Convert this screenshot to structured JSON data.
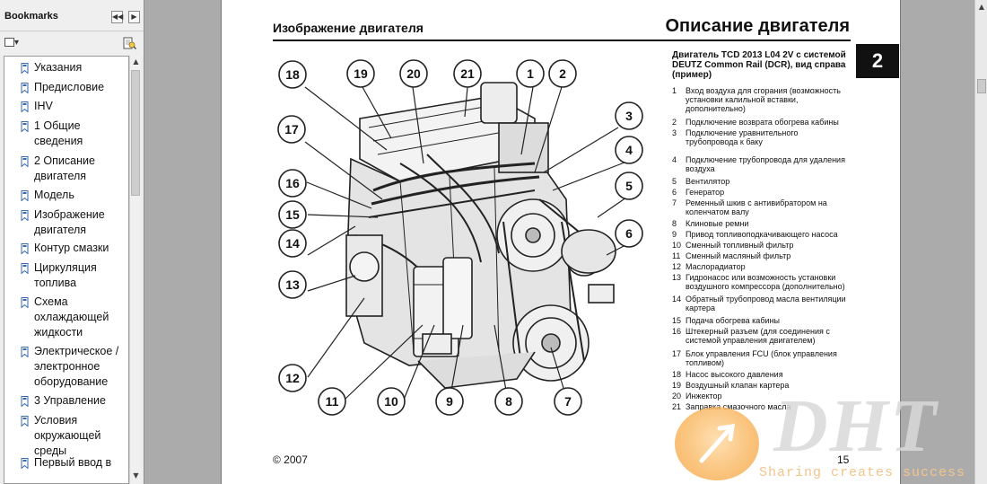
{
  "bookmarks": {
    "title": "Bookmarks",
    "items": [
      {
        "label": "Указания"
      },
      {
        "label": "Предисловие"
      },
      {
        "label": "IHV"
      },
      {
        "label": "1 Общие сведения"
      },
      {
        "label": "2 Описание двигателя"
      },
      {
        "label": "Модель"
      },
      {
        "label": "Изображение двигателя"
      },
      {
        "label": "Контур смазки"
      },
      {
        "label": "Циркуляция топлива"
      },
      {
        "label": "Схема охлаждающей жидкости"
      },
      {
        "label": "Электрическое / электронное оборудование"
      },
      {
        "label": "3 Управление"
      },
      {
        "label": "Условия окружающей среды"
      },
      {
        "label": "Первый ввод в"
      }
    ]
  },
  "page": {
    "header_left": "Изображение двигателя",
    "header_right": "Описание двигателя",
    "chapter": "2",
    "caption": "Двигатель TCD 2013 L04 2V с системой DEUTZ Common Rail (DCR), вид справа (пример)",
    "callouts": [
      "18",
      "19",
      "20",
      "21",
      "1",
      "2",
      "3",
      "4",
      "5",
      "6",
      "17",
      "16",
      "15",
      "14",
      "13",
      "12",
      "11",
      "10",
      "9",
      "8",
      "7"
    ],
    "legend": [
      {
        "num": "1",
        "text": "Вход воздуха для сгорания (возможность установки калильной вставки, дополнительно)"
      },
      {
        "num": "2",
        "text": "Подключение возврата обогрева кабины"
      },
      {
        "num": "3",
        "text": "Подключение уравнительного трубопровода к баку"
      },
      {
        "num": "4",
        "text": "Подключение трубопровода для удаления воздуха"
      },
      {
        "num": "5",
        "text": "Вентилятор"
      },
      {
        "num": "6",
        "text": "Генератор"
      },
      {
        "num": "7",
        "text": "Ременный шкив с антивибратором на коленчатом валу"
      },
      {
        "num": "8",
        "text": "Клиновые ремни"
      },
      {
        "num": "9",
        "text": "Привод топливоподкачивающего насоса"
      },
      {
        "num": "10",
        "text": "Сменный топливный фильтр"
      },
      {
        "num": "11",
        "text": "Сменный масляный фильтр"
      },
      {
        "num": "12",
        "text": "Маслорадиатор"
      },
      {
        "num": "13",
        "text": "Гидронасос или возможность установки воздушного компрессора (дополнительно)"
      },
      {
        "num": "14",
        "text": "Обратный трубопровод масла вентиляции картера"
      },
      {
        "num": "15",
        "text": "Подача обогрева кабины"
      },
      {
        "num": "16",
        "text": "Штекерный разъем (для соединения с системой управления двигателем)"
      },
      {
        "num": "17",
        "text": "Блок управления FCU (блок управления топливом)"
      },
      {
        "num": "18",
        "text": "Насос высокого давления"
      },
      {
        "num": "19",
        "text": "Воздушный клапан картера"
      },
      {
        "num": "20",
        "text": "Инжектор"
      },
      {
        "num": "21",
        "text": "Заправка смазочного масла"
      }
    ],
    "copyright": "© 2007",
    "page_number": "15"
  },
  "watermark": {
    "logo": "DHT",
    "slogan": "Sharing creates success"
  }
}
